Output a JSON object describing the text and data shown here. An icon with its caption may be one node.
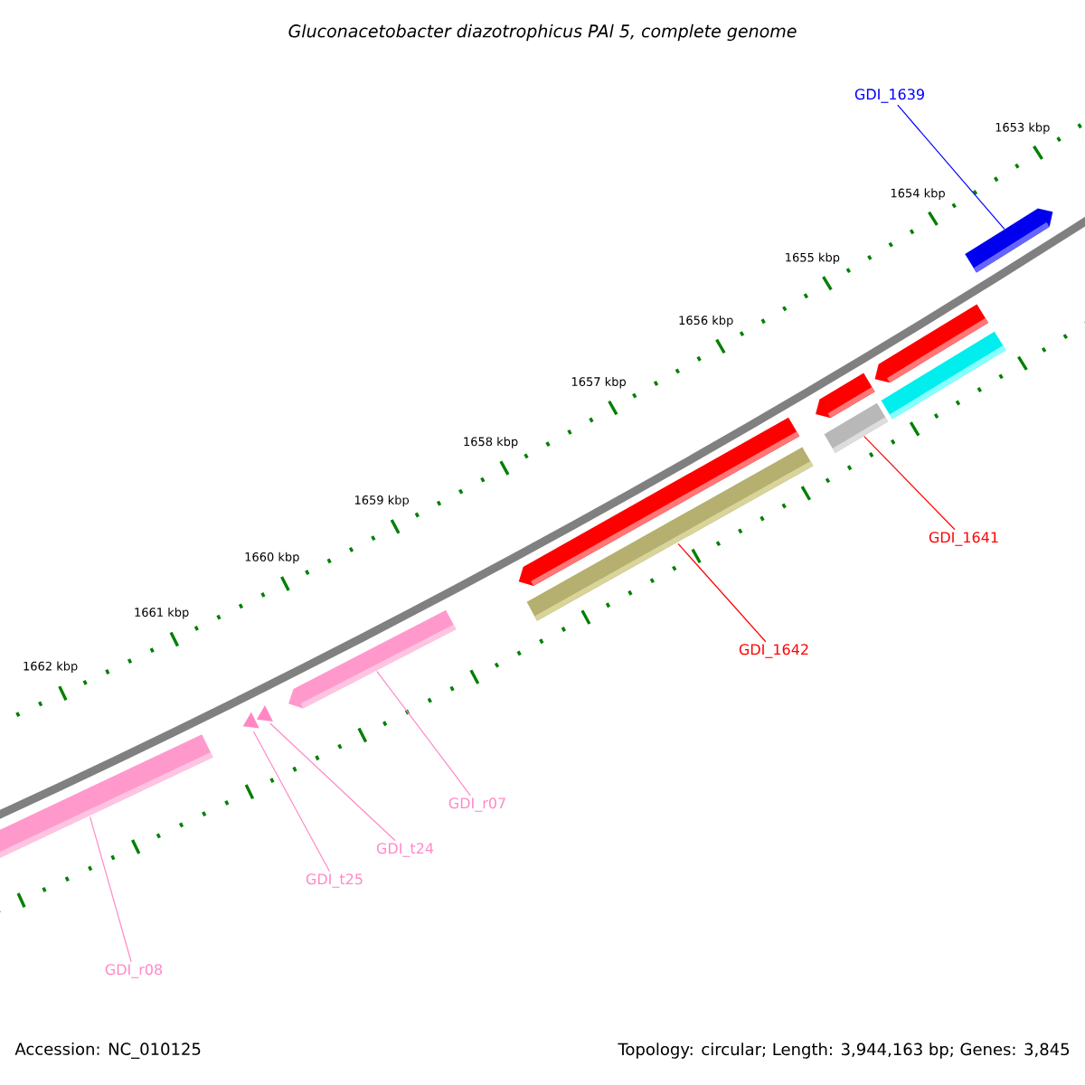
{
  "diagram": {
    "title": "Gluconacetobacter diazotrophicus PAl 5, complete genome",
    "nodes": [
      {
        "text": [
          "GDI_1639"
        ]
      },
      {
        "text": [],
        "shape": "bar"
      },
      {
        "text": [],
        "shape": "bar"
      },
      {
        "text": [],
        "shape": "bar"
      },
      {
        "text": [],
        "shape": "bar"
      },
      {
        "text": [],
        "shape": "bar"
      },
      {
        "text": [],
        "shape": "bar"
      },
      {
        "text": [],
        "shape": "bar"
      },
      {
        "text": [
          "GDI_1641"
        ]
      },
      {
        "text": [
          "GDI_1642"
        ]
      },
      {
        "text": [],
        "shape": "bar"
      },
      {
        "text": [],
        "shape": "triangle"
      },
      {
        "text": [],
        "shape": "triangle"
      },
      {
        "text": [],
        "shape": "bar"
      },
      {
        "text": [
          "GDI_r07"
        ]
      },
      {
        "text": [
          "GDI_t24"
        ]
      },
      {
        "text": [
          "GDI_t25"
        ]
      },
      {
        "text": [
          "GDI_r08"
        ]
      }
    ],
    "edges": [
      {
        "from": 0,
        "to": 1,
        "arrow": "none",
        "color": "#0000ff"
      },
      {
        "from": 8,
        "to": 5,
        "arrow": "none",
        "color": "#ff0000"
      },
      {
        "from": 9,
        "to": 7,
        "arrow": "none",
        "color": "#ff0000"
      },
      {
        "from": 14,
        "to": 10,
        "arrow": "none"
      },
      {
        "from": 15,
        "to": 11,
        "arrow": "none"
      },
      {
        "from": 16,
        "to": 12,
        "arrow": "none"
      },
      {
        "from": 17,
        "to": 13,
        "arrow": "none"
      }
    ],
    "labels": [
      "1653 kbp",
      "1654 kbp",
      "1655 kbp",
      "1656 kbp",
      "1657 kbp",
      "1658 kbp",
      "1659 kbp",
      "1660 kbp",
      "1661 kbp",
      "1662 kbp",
      "Accession: NC_010125",
      "Topology: circular; Length: 3,944,163 bp; Genes: 3,845"
    ]
  }
}
